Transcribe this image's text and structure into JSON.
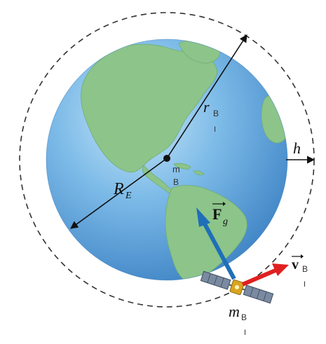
{
  "labels": {
    "orbit_radius": "r",
    "orbit_radius_sub": "B",
    "orbit_radius_sub2": "I",
    "earth_radius": "R",
    "earth_radius_sub": "E",
    "center_mass": "m",
    "center_mass_sub": "B",
    "altitude": "h",
    "force": "F",
    "force_sub": "g",
    "velocity": "v",
    "velocity_sub": "B",
    "velocity_sub2": "I",
    "satellite_mass": "m",
    "satellite_mass_sub": "B",
    "satellite_mass_sub2": "I"
  },
  "colors": {
    "ocean": "#6fb0e2",
    "ocean_light": "#b8dcf4",
    "ocean_dark": "#3f86c8",
    "land": "#8cc48a",
    "land_dark": "#5fa865",
    "force_arrow": "#1f6fb8",
    "velocity_arrow": "#e02020",
    "orbit": "#333333",
    "text": "#222222"
  },
  "icons": {
    "earth": "earth-globe-icon",
    "satellite": "satellite-icon"
  }
}
